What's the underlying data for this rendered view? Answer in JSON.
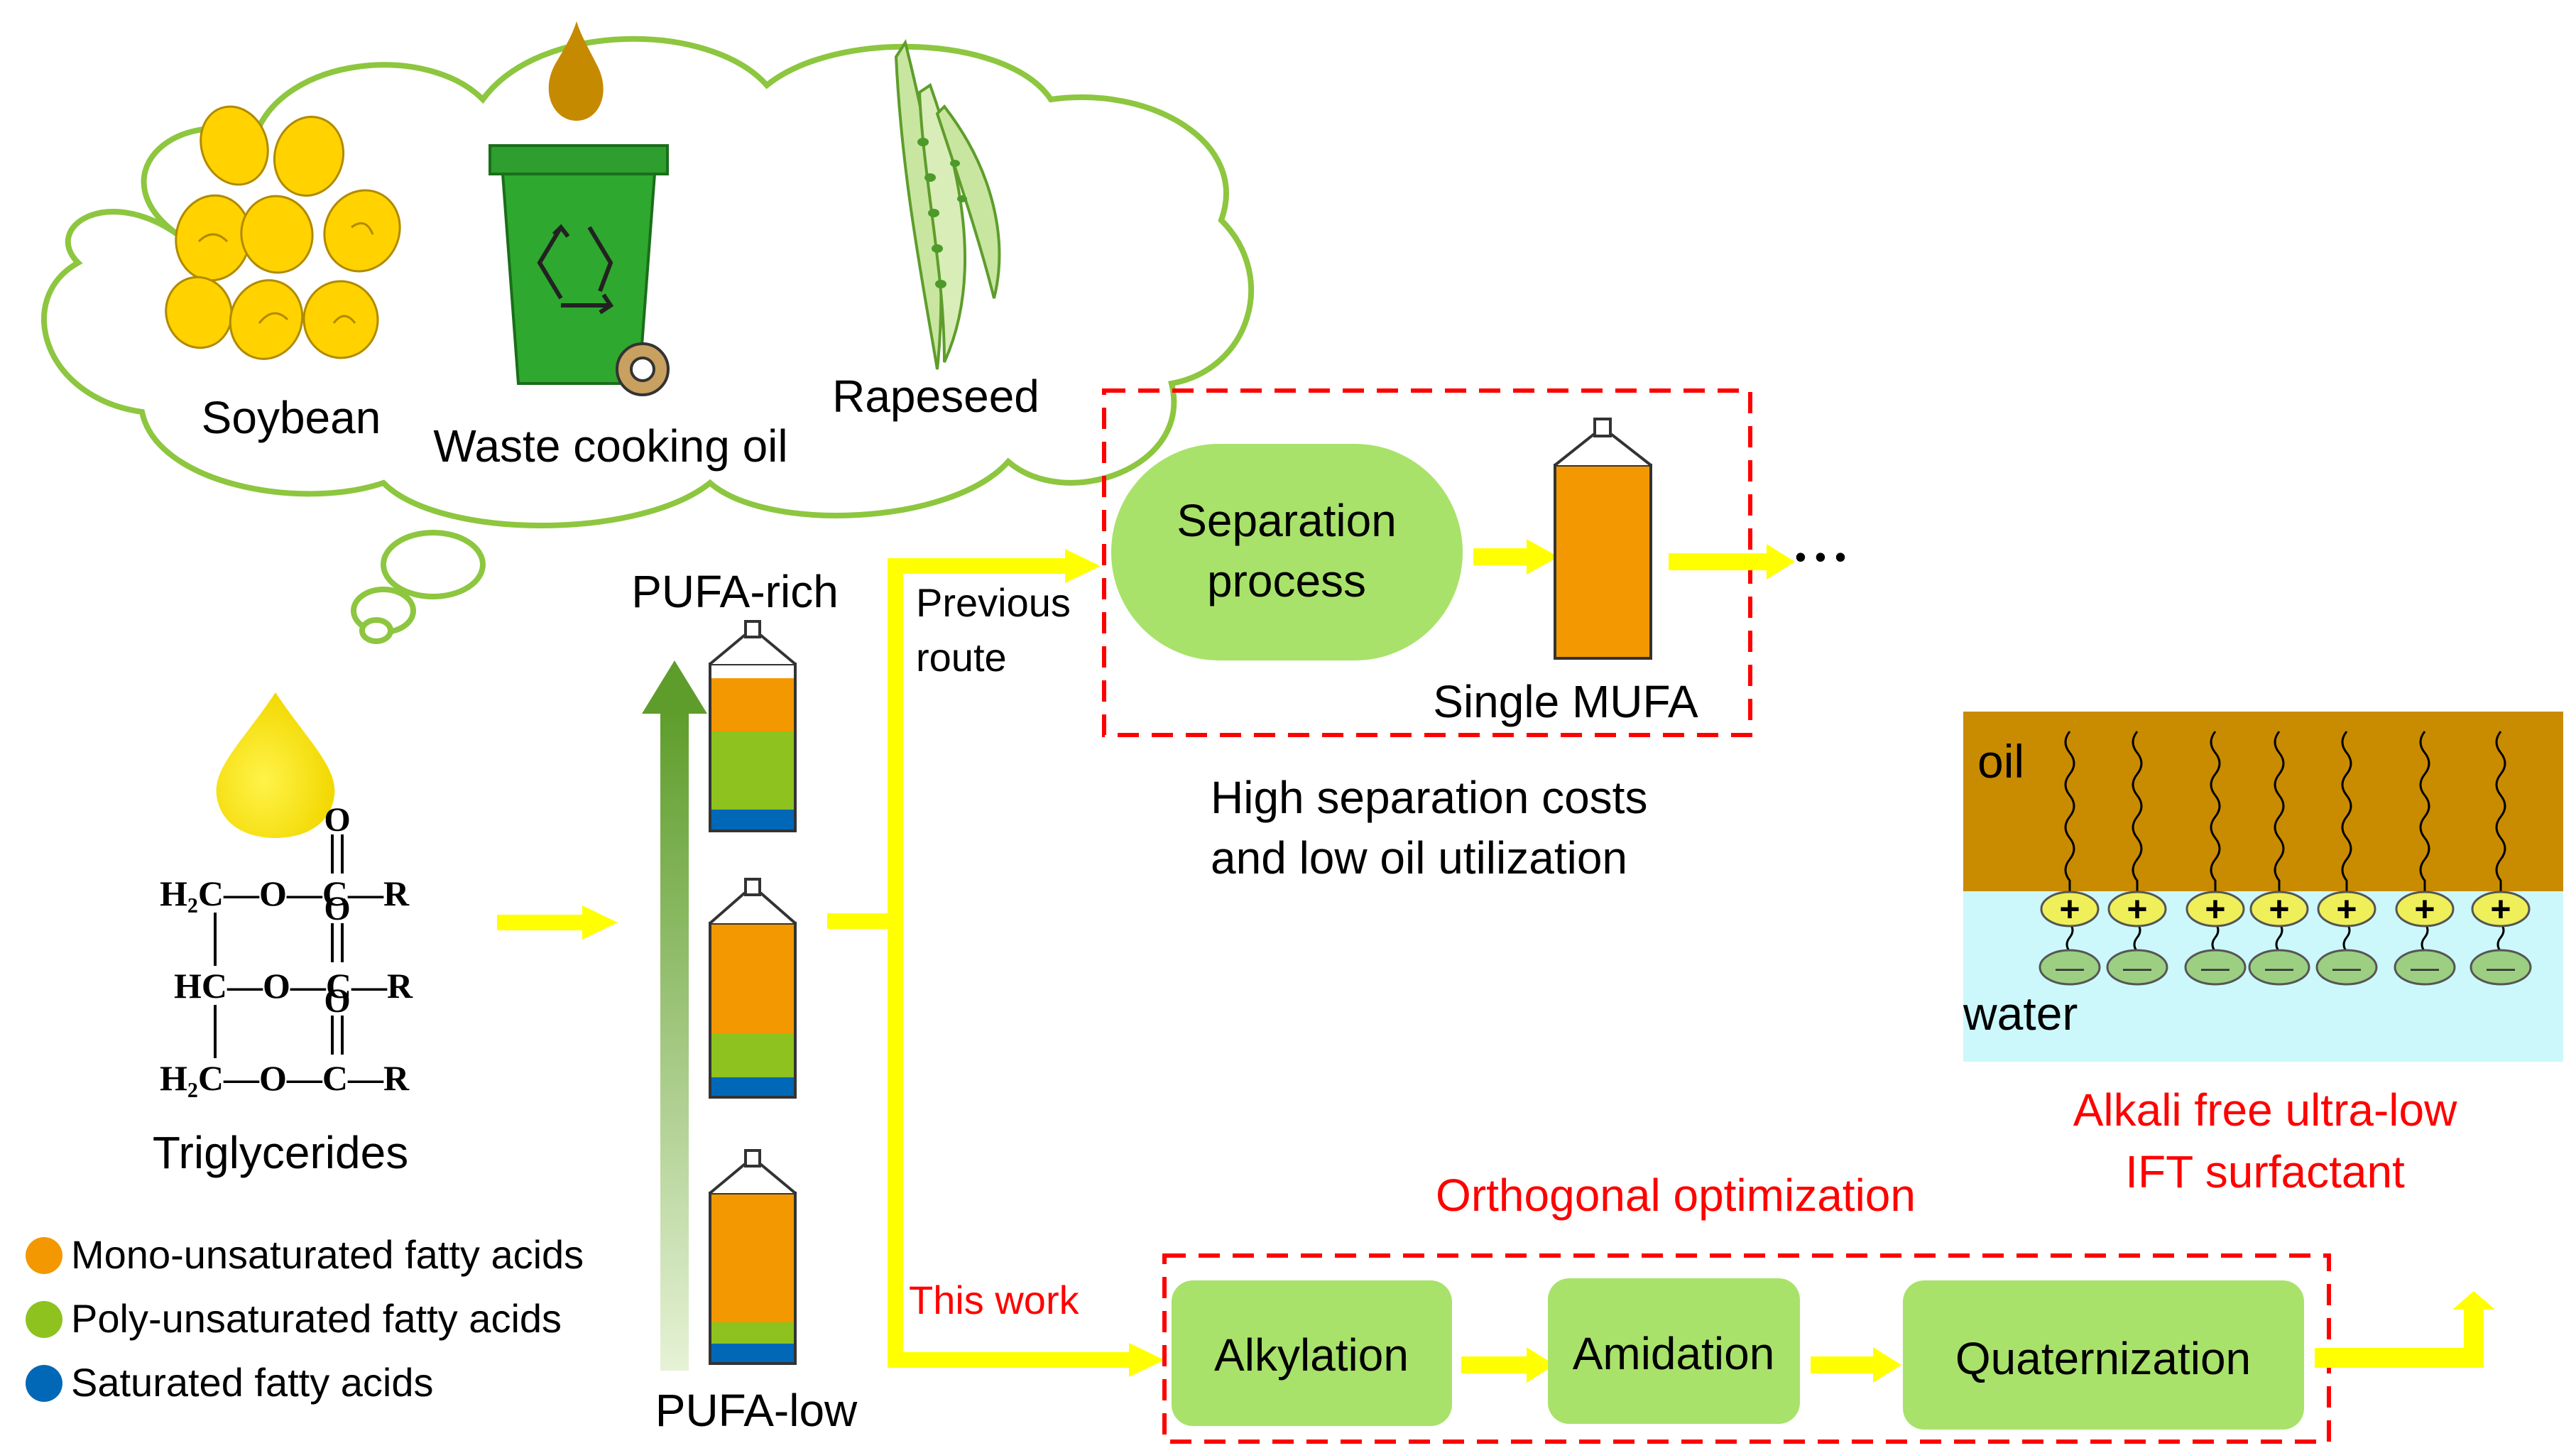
{
  "sources": {
    "soybean": "Soybean",
    "waste_oil": "Waste cooking oil",
    "rapeseed": "Rapeseed"
  },
  "triglyceride": {
    "label": "Triglycerides",
    "row1": "H₂C—O—C—R",
    "row2": "HC—O—C—R",
    "row3": "H₂C—O—C—R",
    "carbonyl_o": "O"
  },
  "legend": {
    "mufa": "Mono-unsaturated fatty acids",
    "pufa": "Poly-unsaturated fatty acids",
    "sfa": "Saturated fatty acids"
  },
  "gradient": {
    "top": "PUFA-rich",
    "bottom": "PUFA-low"
  },
  "routes": {
    "previous_line1": "Previous",
    "previous_line2": "route",
    "this_work": "This work"
  },
  "previous": {
    "separation_line1": "Separation",
    "separation_line2": "process",
    "single_mufa": "Single MUFA",
    "ellipsis": "•••",
    "cost_line1": "High separation costs",
    "cost_line2": "and low oil utilization"
  },
  "process": {
    "title": "Orthogonal optimization",
    "step1": "Alkylation",
    "step2": "Amidation",
    "step3": "Quaternization"
  },
  "interface": {
    "oil": "oil",
    "water": "water",
    "plus": "+",
    "minus": "—"
  },
  "result": {
    "line1": "Alkali free ultra-low",
    "line2": "IFT surfactant"
  },
  "colors": {
    "cloud": "#8DC63F",
    "arrow": "#FFFF00",
    "mufa": "#F39800",
    "pufa": "#8DC21F",
    "sfa": "#0068B7",
    "box_fill": "#A8E26A",
    "red": "#FF0000",
    "oil_layer": "#C98B00",
    "water_layer": "#CCF8FB"
  }
}
